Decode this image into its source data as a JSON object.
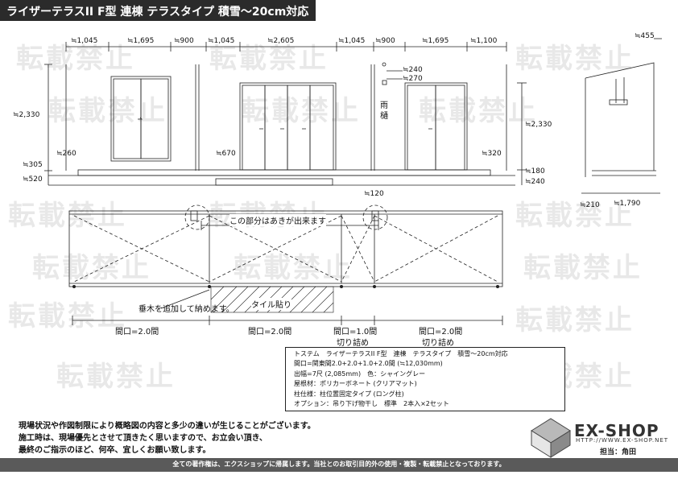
{
  "title": "ライザーテラスII F型 連棟 テラスタイプ 積雪〜20cm対応",
  "watermark": "転載禁止",
  "top_dims": [
    "≒1,045",
    "≒1,695",
    "≒900",
    "≒1,045",
    "≒2,605",
    "≒1,045",
    "≒900",
    "≒1,695",
    "≒1,100"
  ],
  "side_dims": {
    "top": "≒455",
    "height": "≒2,330",
    "right_height": "≒2,330",
    "d305": "≒305",
    "d520": "≒520",
    "d260": "≒260",
    "d670": "≒670",
    "d320": "≒320",
    "d240a": "≒240",
    "d270": "≒270",
    "d180": "≒180",
    "d240b": "≒240",
    "d120": "≒120",
    "d210": "≒210",
    "d1790": "≒1,790"
  },
  "labels": {
    "rain_gutter_1": "雨",
    "rain_gutter_2": "樋",
    "gap_note": "この部分はあきが出来ます",
    "tile": "タイル貼り",
    "vertical_note": "垂木を追加して納めます。"
  },
  "bottom_dims": {
    "m1": "間口=2.0間",
    "m2": "間口=2.0間",
    "m3": "間口=1.0間",
    "m3_note": "切り詰め",
    "m4": "間口=2.0間",
    "m4_note": "切り詰め"
  },
  "spec": [
    "トステム　ライザーテラスII F型　連棟　テラスタイプ　積雪〜20cm対応",
    "間口=関東間2.0+2.0+1.0+2.0間 (≒12,030mm)",
    "出幅=7尺 (2,085mm)　色：シャイングレー",
    "屋根材：ポリカーボネート (クリアマット)",
    "柱仕様：柱位置固定タイプ (ロング柱)",
    "オプション：吊り下げ物干し　標準　2本入×2セット"
  ],
  "notes": [
    "現場状況や作図制限により概略図の内容と多少の違いが生じることがございます。",
    "施工時は、現場優先とさせて頂きたく思いますので、お立会い頂き、",
    "最終のご指示のほど、何卒、宜しくお願い致します。"
  ],
  "footer": "全ての著作権は、エクスショップに帰属します。当社とのお取引目的外の使用・複製・転載禁止となっております。",
  "logo": {
    "brand": "EX-SHOP",
    "url": "HTTP://WWW.EX-SHOP.NET",
    "person": "担当：角田"
  }
}
